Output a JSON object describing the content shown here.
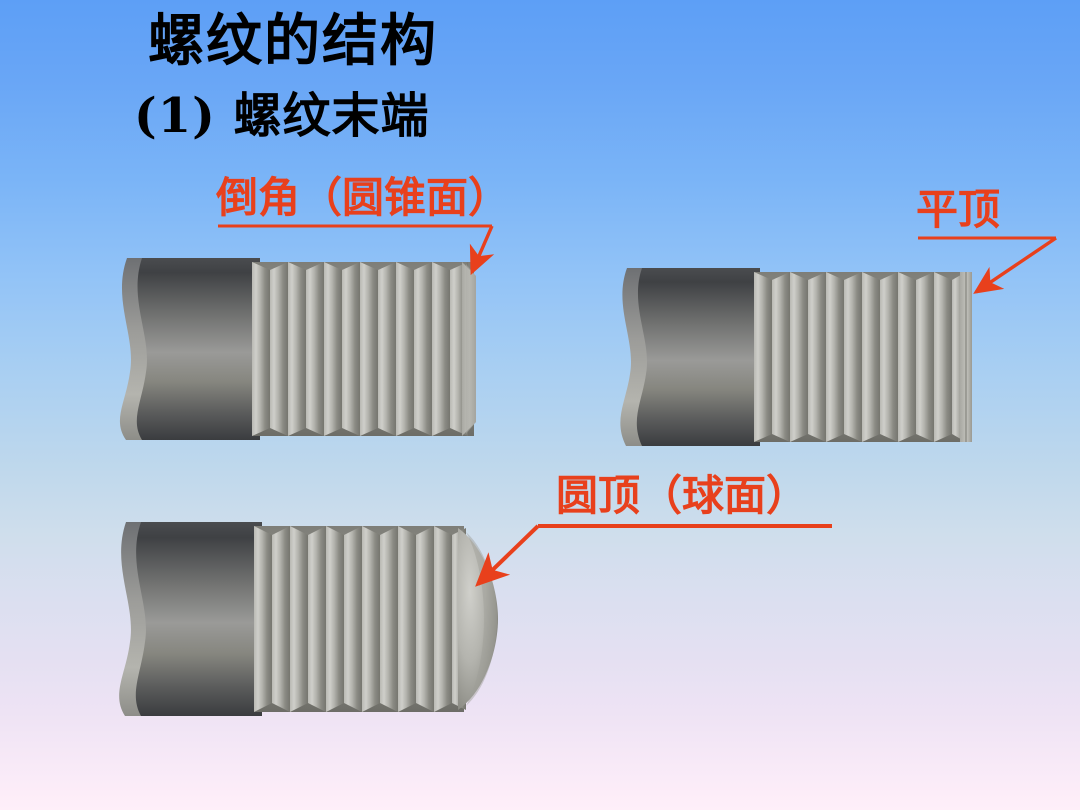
{
  "slide": {
    "title": "螺纹的结构",
    "subtitle": "(1) 螺纹末端"
  },
  "callouts": [
    {
      "id": "chamfer",
      "label": "倒角（圆锥面）",
      "color": "#e8401c",
      "target": "bolt-chamfered-end"
    },
    {
      "id": "flat",
      "label": "平顶",
      "color": "#e8401c",
      "target": "bolt-flat-end"
    },
    {
      "id": "dome",
      "label": "圆顶（球面）",
      "color": "#e8401c",
      "target": "bolt-domed-end"
    }
  ],
  "figures": [
    {
      "id": "bolt-top-left",
      "end_type": "chamfered-cone",
      "threads": 12
    },
    {
      "id": "bolt-top-right",
      "end_type": "flat-top",
      "threads": 12
    },
    {
      "id": "bolt-bottom-left",
      "end_type": "spherical-dome",
      "threads": 12
    }
  ],
  "colors": {
    "background_top": "#5d9ff6",
    "background_bottom": "#ffeff9",
    "annotation_red": "#e8401c",
    "title_black": "#000000",
    "shaft_dark": "#3f4144",
    "shaft_light": "#9a9a98",
    "thread_light": "#c8c8c4",
    "thread_dark": "#76766f"
  }
}
